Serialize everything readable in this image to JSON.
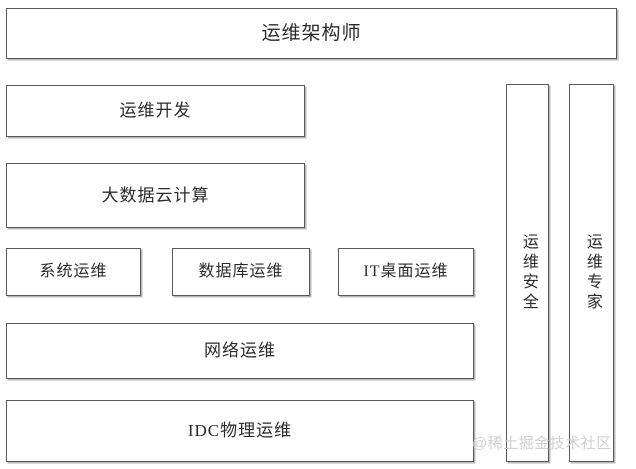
{
  "diagram": {
    "title": "运维架构师",
    "top_row": {
      "label": "运维架构师"
    },
    "left_column_boxes": [
      {
        "name": "ops-dev",
        "label": "运维开发"
      },
      {
        "name": "bigdata-cloud",
        "label": "大数据云计算"
      }
    ],
    "middle_row_boxes": [
      {
        "name": "sys-ops",
        "label": "系统运维"
      },
      {
        "name": "db-ops",
        "label": "数据库运维"
      },
      {
        "name": "it-desktop",
        "label": "IT桌面运维"
      }
    ],
    "bottom_row_boxes": [
      {
        "name": "network-ops",
        "label": "网络运维"
      },
      {
        "name": "idc-ops",
        "label": "IDC物理运维"
      }
    ],
    "right_column_boxes": [
      {
        "name": "ops-security",
        "label": "运维安全",
        "orientation": "vertical"
      },
      {
        "name": "ops-expert",
        "label": "运维专家",
        "orientation": "vertical"
      }
    ],
    "watermark": "@稀土掘金技术社区",
    "colors": {
      "box_border": "#595959",
      "box_shadow": "#b9b9b9",
      "box_fill": "#ffffff",
      "text": "#2b2b2b",
      "watermark": "#d0d0d0",
      "background": "#ffffff"
    }
  }
}
